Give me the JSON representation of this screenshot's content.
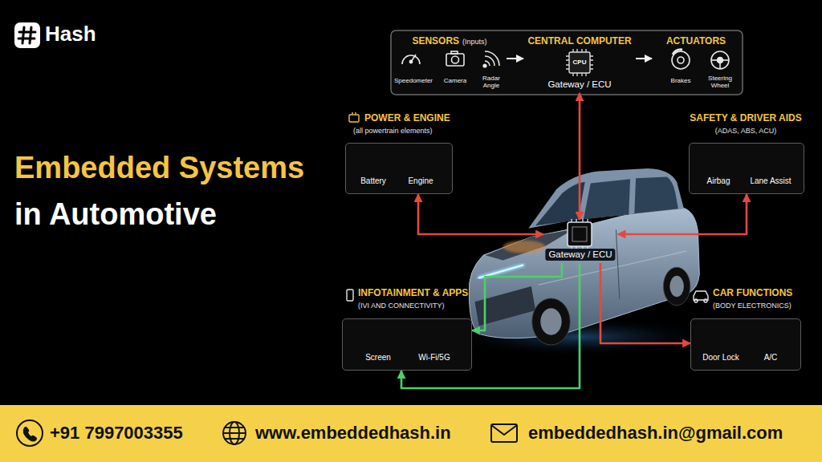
{
  "diagram": {
    "title": "Embedded Systems in Automotive",
    "nodes": [
      {
        "text": [
          "SENSORS",
          "(Inputs)",
          "Speedometer",
          "Camera",
          "Radar Angle"
        ]
      },
      {
        "text": [
          "CENTRAL COMPUTER",
          "CPU",
          "Gateway / ECU"
        ]
      },
      {
        "text": [
          "ACTUATORS",
          "Brakes",
          "Steering Wheel"
        ]
      },
      {
        "text": [
          "POWER & ENGINE",
          "(all powertrain elements)",
          "Battery",
          "Engine"
        ]
      },
      {
        "text": [
          "SAFETY & DRIVER AIDS",
          "(ADAS, ABS, ACU)",
          "Airbag",
          "Lane Assist"
        ]
      },
      {
        "text": [
          "Gateway / ECU"
        ]
      },
      {
        "text": [
          "INFOTAINMENT & APPS",
          "(IVI AND CONNECTIVITY)",
          "Screen",
          "Wi-Fi/5G"
        ]
      },
      {
        "text": [
          "CAR FUNCTIONS",
          "(BODY ELECTRONICS)",
          "Door Lock",
          "A/C"
        ]
      }
    ],
    "edges": [
      {
        "from": 0,
        "to": 1,
        "arrow": "to"
      },
      {
        "from": 1,
        "to": 2,
        "arrow": "to"
      },
      {
        "from": 5,
        "to": 1,
        "arrow": "both"
      },
      {
        "from": 5,
        "to": 3,
        "arrow": "both"
      },
      {
        "from": 5,
        "to": 4,
        "arrow": "both"
      },
      {
        "from": 5,
        "to": 6,
        "arrow": "to"
      },
      {
        "from": 5,
        "to": 6,
        "arrow": "to"
      },
      {
        "from": 5,
        "to": 7,
        "arrow": "to"
      }
    ],
    "labels": [
      "Hash",
      "+91 7997003355",
      "www.embeddedhash.in",
      "embeddedhash.in@gmail.com"
    ]
  }
}
